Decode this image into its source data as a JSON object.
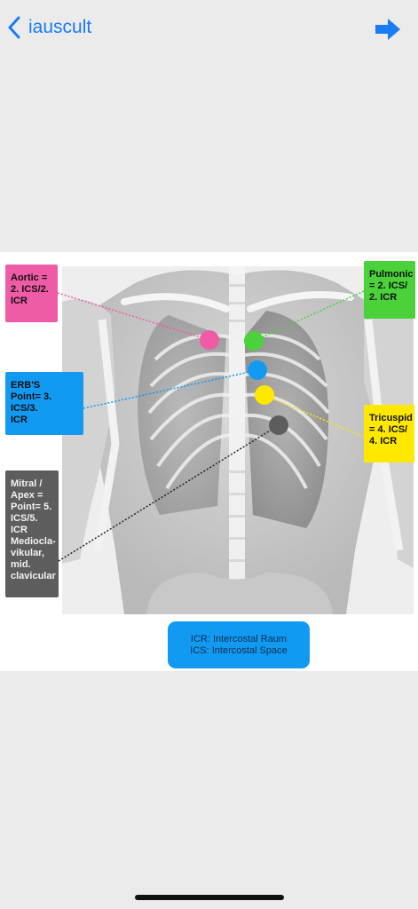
{
  "header": {
    "back_label": "iauscult",
    "accent": "#1a7cf5"
  },
  "labels": {
    "aortic": [
      "Aortic =",
      "2. ICS/2.",
      "ICR"
    ],
    "pulmonic": [
      "Pulmonic",
      "= 2. ICS/",
      "2. ICR"
    ],
    "erbs": [
      "ERB'S",
      "Point= 3.",
      "ICS/3.",
      "ICR"
    ],
    "tricuspid": [
      "Tricuspid",
      "= 4. ICS/",
      "4. ICR"
    ],
    "mitral": [
      "Mitral /",
      "Apex =",
      "Point= 5.",
      "ICS/5.",
      "ICR",
      "Mediocla-",
      "vikular,",
      "mid.",
      "clavicular"
    ]
  },
  "legend": {
    "line1": "ICR: Intercostal Raum",
    "line2": "ICS: Intercostal Space"
  },
  "colors": {
    "aortic": "#ef5ba6",
    "pulmonic": "#4bd13a",
    "erbs": "#129af3",
    "tricuspid": "#ffe800",
    "mitral": "#5d5d5d"
  }
}
